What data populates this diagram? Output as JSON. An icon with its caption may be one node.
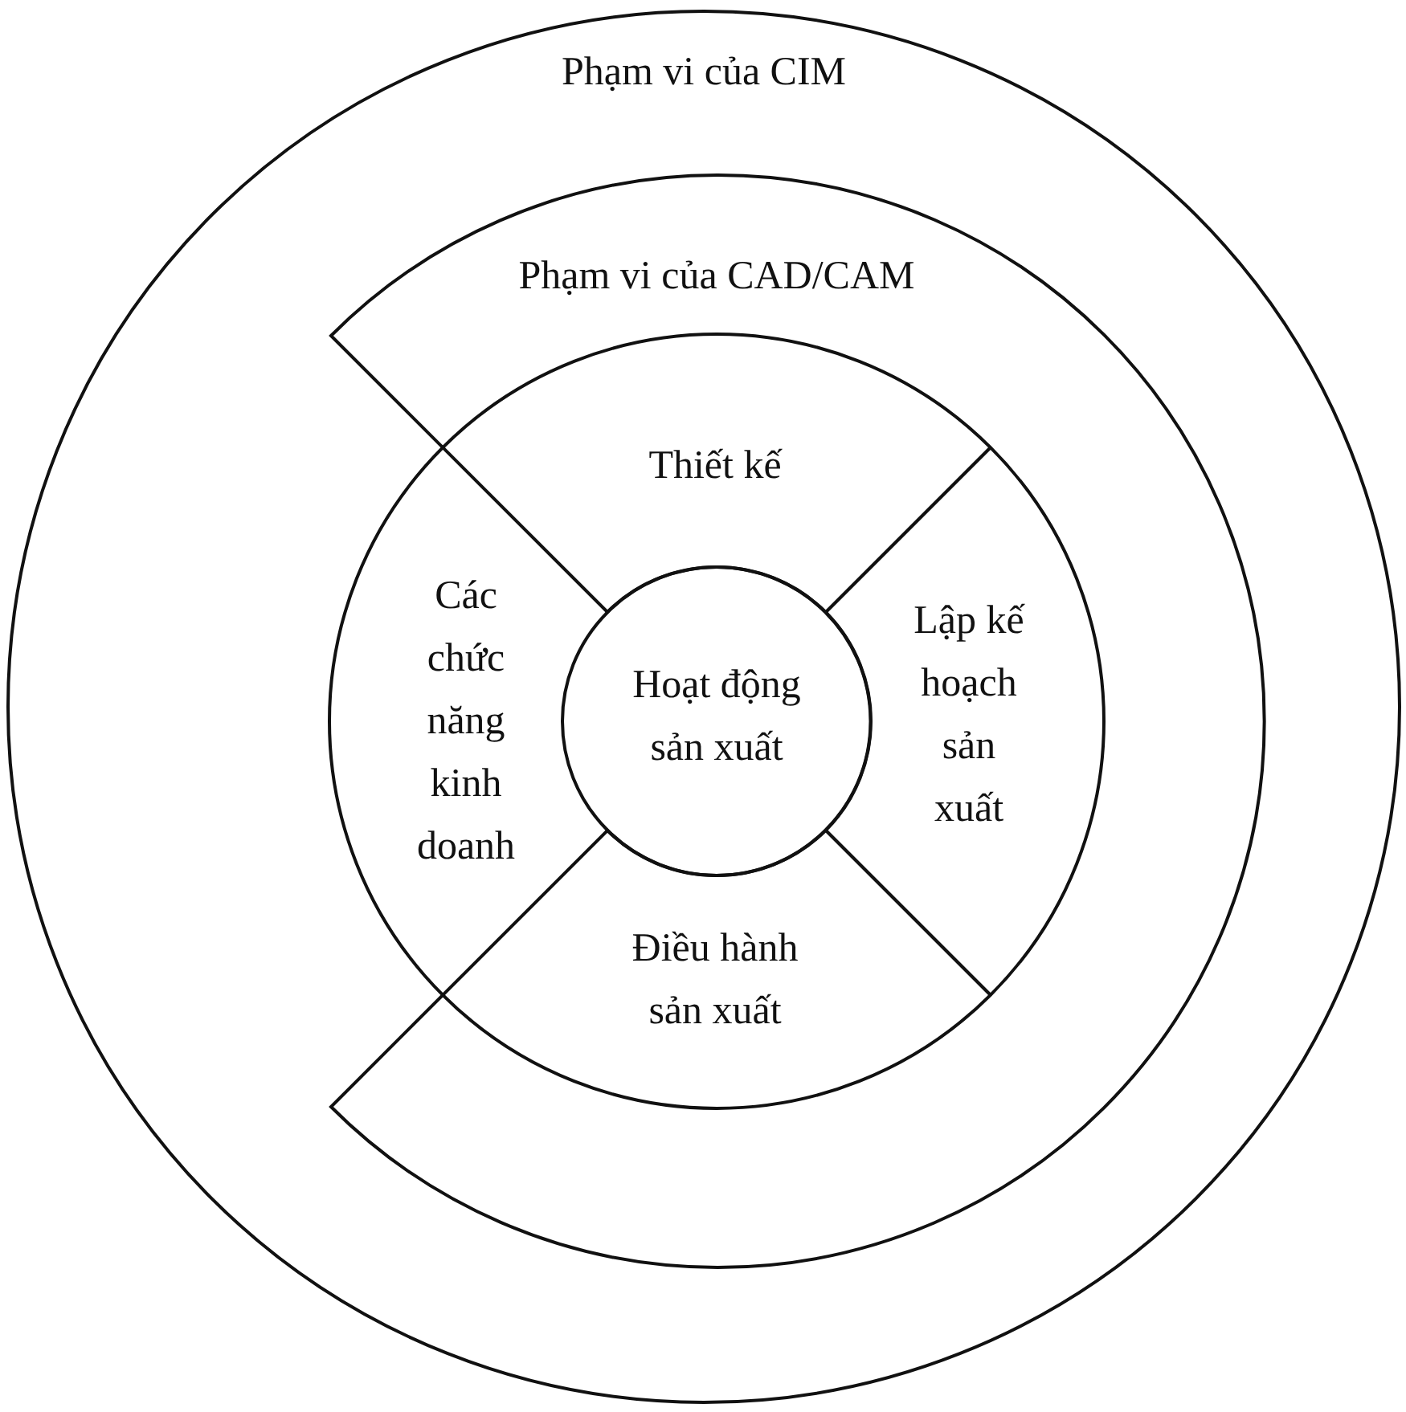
{
  "diagram": {
    "nodes": [
      {
        "text": [
          "Phạm vi của CIM"
        ]
      },
      {
        "text": [
          "Phạm vi của CAD/CAM"
        ],
        "in": 0
      },
      {
        "text": [
          "Thiết kế"
        ],
        "in": 1
      },
      {
        "text": [
          "Lập kế hoạch sản xuất"
        ],
        "in": 1
      },
      {
        "text": [
          "Điều hành sản xuất"
        ],
        "in": 1
      },
      {
        "text": [
          "Các chức năng kinh doanh"
        ],
        "in": 0
      },
      {
        "text": [
          "Hoạt động sản xuất"
        ],
        "in": 0
      }
    ]
  }
}
